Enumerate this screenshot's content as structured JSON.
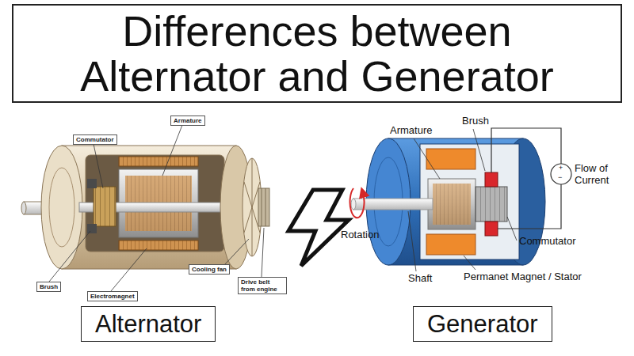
{
  "diagram": {
    "title": "Differences between Alternator and Generator",
    "nodes": [
      {
        "text": [
          "Armature"
        ]
      },
      {
        "text": [
          "Commutator"
        ]
      },
      {
        "text": [
          "Cooling fan"
        ]
      },
      {
        "text": [
          "Brush"
        ]
      },
      {
        "text": [
          "Drive belt from engine"
        ]
      },
      {
        "text": [
          "Electromagnet"
        ]
      },
      {
        "text": [
          "Alternator"
        ]
      },
      {
        "text": [
          "Generator"
        ]
      }
    ],
    "labels": [
      "Brush",
      "Armature",
      "Flow of Current",
      "+",
      "−",
      "Commutator",
      "Rotation",
      "Shaft",
      "Permanet Magnet / Stator"
    ]
  }
}
